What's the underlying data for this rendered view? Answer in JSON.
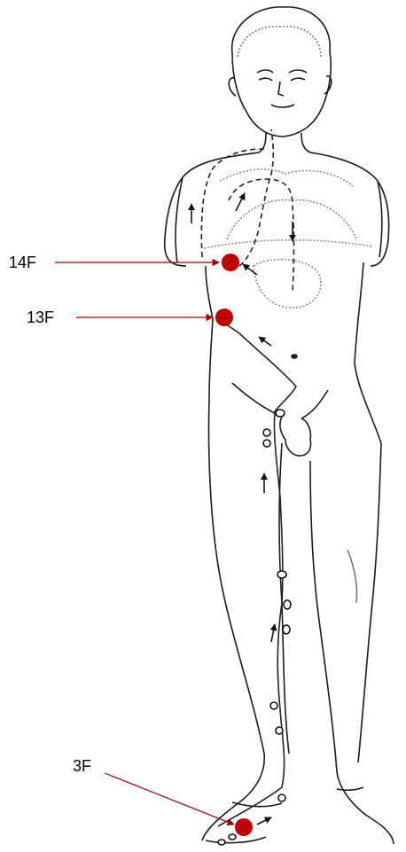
{
  "points": [
    {
      "id": "14F",
      "label": "14F"
    },
    {
      "id": "13F",
      "label": "13F"
    },
    {
      "id": "3F",
      "label": "3F"
    }
  ],
  "colors": {
    "marker": "#c00000",
    "pointer": "#a00000",
    "figure": "#1a1a1a",
    "organ_outline": "#999999",
    "channel": "#222222"
  }
}
